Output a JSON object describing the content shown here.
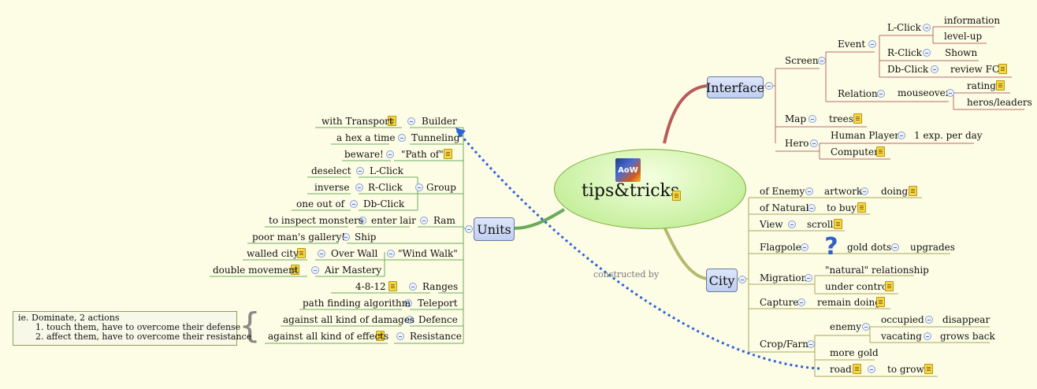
{
  "central": {
    "title": "tips&tricks",
    "logo_text": "AoW"
  },
  "interface": {
    "label": "Interface",
    "screen": "Screen",
    "event": "Event",
    "l_click": "L-Click",
    "information": "information",
    "level_up": "level-up",
    "r_click": "R-Click",
    "shown": "Shown",
    "db_click": "Db-Click",
    "review_fc": "review FC",
    "relation": "Relation",
    "mouseover": "mouseover",
    "rating": "rating",
    "heros_leaders": "heros/leaders",
    "map": "Map",
    "trees": "trees",
    "hero": "Hero",
    "human_player": "Human Player",
    "exp_per_day": "1 exp. per day",
    "computer": "Computer"
  },
  "city": {
    "label": "City",
    "of_enemy": "of Enemy",
    "artwork": "artwork",
    "doing": "doing",
    "of_natural": "of Natural",
    "to_buy": "to buy",
    "view": "View",
    "scroll": "scroll",
    "flagpole": "Flagpole",
    "gold_dots": "gold dots",
    "upgrades": "upgrades",
    "migration": "Migration",
    "natural_relationship": "\"natural\" relationship",
    "under_control": "under control",
    "capture": "Capture",
    "remain_doing": "remain doing",
    "crop_farm": "Crop/Farm",
    "enemy": "enemy",
    "occupied": "occupied",
    "disappear": "disappear",
    "vacating": "vacating",
    "grows_back": "grows back",
    "more_gold": "more gold",
    "road": "road",
    "to_grow": "to grow"
  },
  "units": {
    "label": "Units",
    "builder": "Builder",
    "with_transport": "with Transport",
    "tunneling": "Tunneling",
    "hex_a_time": "a hex a time",
    "path_of": "\"Path of\"",
    "beware": "beware!",
    "group": "Group",
    "g_l_click": "L-Click",
    "deselect": "deselect",
    "g_r_click": "R-Click",
    "inverse": "inverse",
    "g_db_click": "Db-Click",
    "one_out_of": "one out of",
    "ram": "Ram",
    "enter_lair": "enter lair",
    "inspect_monsters": "to inspect monsters",
    "ship": "Ship",
    "poor_gallery": "poor man's gallery!",
    "wind_walk": "\"Wind Walk\"",
    "over_wall": "Over Wall",
    "walled_city": "walled city",
    "air_mastery": "Air Mastery",
    "double_movement": "double movement",
    "ranges": "Ranges",
    "ranges_val": "4-8-12",
    "teleport": "Teleport",
    "path_finding": "path finding algorithm",
    "defence": "Defence",
    "all_damages": "against all kind of damages",
    "resistance": "Resistance",
    "all_effects": "against all kind of effects"
  },
  "callout": {
    "line1": "ie. Dominate, 2 actions",
    "line2": "1. touch them, have to overcome their defense",
    "line3": "2. affect them, have to overcome their resistance"
  },
  "relationship_label": "constructed by",
  "colors": {
    "background": "#fdfde6",
    "interface_branch": "#b85a5a",
    "city_branch": "#b7b870",
    "units_branch": "#6aaa5c",
    "relationship": "#2f62d8"
  }
}
